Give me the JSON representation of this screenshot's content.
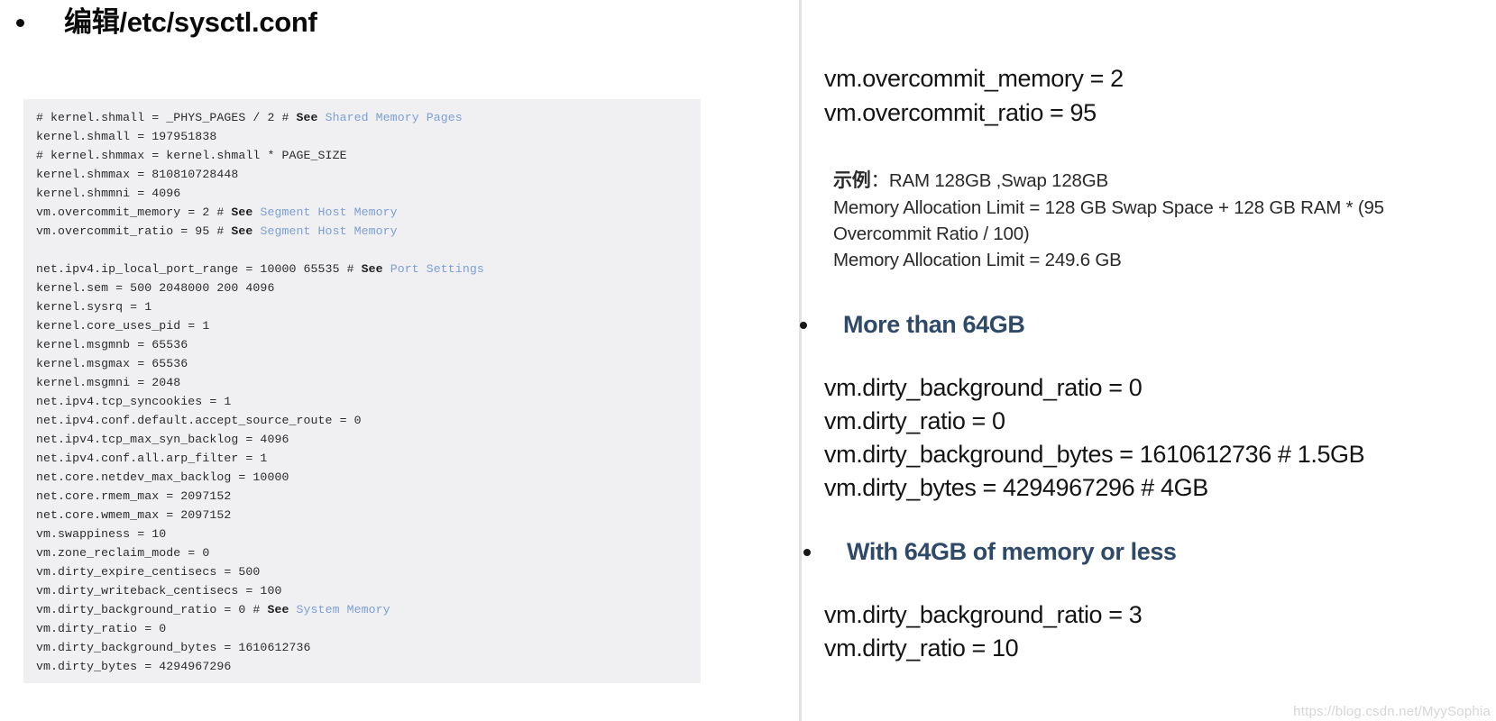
{
  "left": {
    "title": "编辑/etc/sysctl.conf",
    "bullet_glyph": "•",
    "code_background": "#f0eff2",
    "code_lines": [
      {
        "text": "# kernel.shmall = _PHYS_PAGES / 2 # ",
        "see": "See",
        "after_see": " ",
        "link": "Shared Memory Pages"
      },
      {
        "text": "kernel.shmall = 197951838"
      },
      {
        "text": "# kernel.shmmax = kernel.shmall * PAGE_SIZE"
      },
      {
        "text": "kernel.shmmax = 810810728448"
      },
      {
        "text": "kernel.shmmni = 4096"
      },
      {
        "text": "vm.overcommit_memory = 2 # ",
        "see": "See",
        "after_see": " ",
        "link": "Segment Host Memory"
      },
      {
        "text": "vm.overcommit_ratio = 95 # ",
        "see": "See",
        "after_see": " ",
        "link": "Segment Host Memory"
      },
      {
        "text": ""
      },
      {
        "text": "net.ipv4.ip_local_port_range = 10000 65535 # ",
        "see": "See",
        "after_see": " ",
        "link": "Port Settings"
      },
      {
        "text": "kernel.sem = 500 2048000 200 4096"
      },
      {
        "text": "kernel.sysrq = 1"
      },
      {
        "text": "kernel.core_uses_pid = 1"
      },
      {
        "text": "kernel.msgmnb = 65536"
      },
      {
        "text": "kernel.msgmax = 65536"
      },
      {
        "text": "kernel.msgmni = 2048"
      },
      {
        "text": "net.ipv4.tcp_syncookies = 1"
      },
      {
        "text": "net.ipv4.conf.default.accept_source_route = 0"
      },
      {
        "text": "net.ipv4.tcp_max_syn_backlog = 4096"
      },
      {
        "text": "net.ipv4.conf.all.arp_filter = 1"
      },
      {
        "text": "net.core.netdev_max_backlog = 10000"
      },
      {
        "text": "net.core.rmem_max = 2097152"
      },
      {
        "text": "net.core.wmem_max = 2097152"
      },
      {
        "text": "vm.swappiness = 10"
      },
      {
        "text": "vm.zone_reclaim_mode = 0"
      },
      {
        "text": "vm.dirty_expire_centisecs = 500"
      },
      {
        "text": "vm.dirty_writeback_centisecs = 100"
      },
      {
        "text": "vm.dirty_background_ratio = 0 # ",
        "see": "See",
        "after_see": " ",
        "link": "System Memory"
      },
      {
        "text": "vm.dirty_ratio = 0"
      },
      {
        "text": "vm.dirty_background_bytes = 1610612736"
      },
      {
        "text": "vm.dirty_bytes = 4294967296"
      }
    ]
  },
  "right": {
    "overcommit": {
      "line1": "vm.overcommit_memory = 2",
      "line2": "vm.overcommit_ratio = 95"
    },
    "example": {
      "label": "示例",
      "label_rest": "：RAM 128GB ,Swap 128GB",
      "line2": "Memory Allocation Limit = 128 GB Swap Space + 128 GB RAM * (95",
      "line3": "Overcommit Ratio / 100)",
      "line4": "Memory Allocation Limit = 249.6 GB"
    },
    "heading_more": {
      "bullet_glyph": "•",
      "label": "More than 64GB",
      "color": "#2f4a68"
    },
    "more_than_64": {
      "line1": "vm.dirty_background_ratio = 0",
      "line2": "vm.dirty_ratio = 0",
      "line3": "vm.dirty_background_bytes = 1610612736 # 1.5GB",
      "line4": "vm.dirty_bytes = 4294967296 # 4GB"
    },
    "heading_less": {
      "bullet_glyph": "•",
      "label": "With 64GB of memory or less",
      "color": "#2f4a68"
    },
    "less_than_64": {
      "line1": "vm.dirty_background_ratio = 3",
      "line2": "vm.dirty_ratio = 10"
    },
    "watermark": "https://blog.csdn.net/MyySophia"
  }
}
